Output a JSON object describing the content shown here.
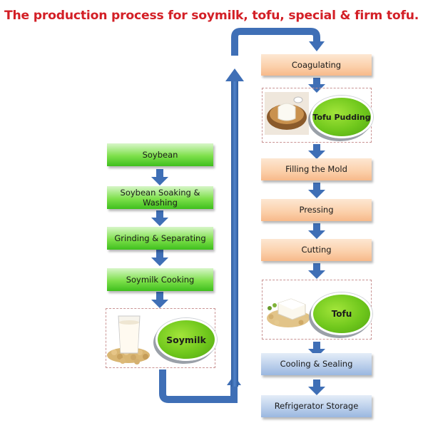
{
  "title": "The production process for soymilk, tofu, special & firm tofu.",
  "left_steps": {
    "soybean": "Soybean",
    "soaking_line1": "Soybean Soaking &",
    "soaking_line2": "Washing",
    "grinding": "Grinding & Separating",
    "cooking": "Soymilk Cooking"
  },
  "soymilk_label": "Soymilk",
  "right_steps": {
    "coagulating": "Coagulating",
    "filling": "Filling the Mold",
    "pressing": "Pressing",
    "cutting": "Cutting",
    "cooling": "Cooling & Sealing",
    "storage": "Refrigerator Storage"
  },
  "pudding_label": "Tofu Pudding",
  "tofu_label": "Tofu",
  "colors": {
    "title": "#d31f26",
    "arrow": "#3f6fb6",
    "green_box": "#5fd12f",
    "orange_box": "#fbcfa9",
    "blue_box": "#b8cdea",
    "label_ellipse": "#7ccf22"
  },
  "icons": [
    "soymilk-glass-icon",
    "soybeans-icon",
    "tofu-pudding-bowl-icon",
    "tofu-block-icon"
  ]
}
